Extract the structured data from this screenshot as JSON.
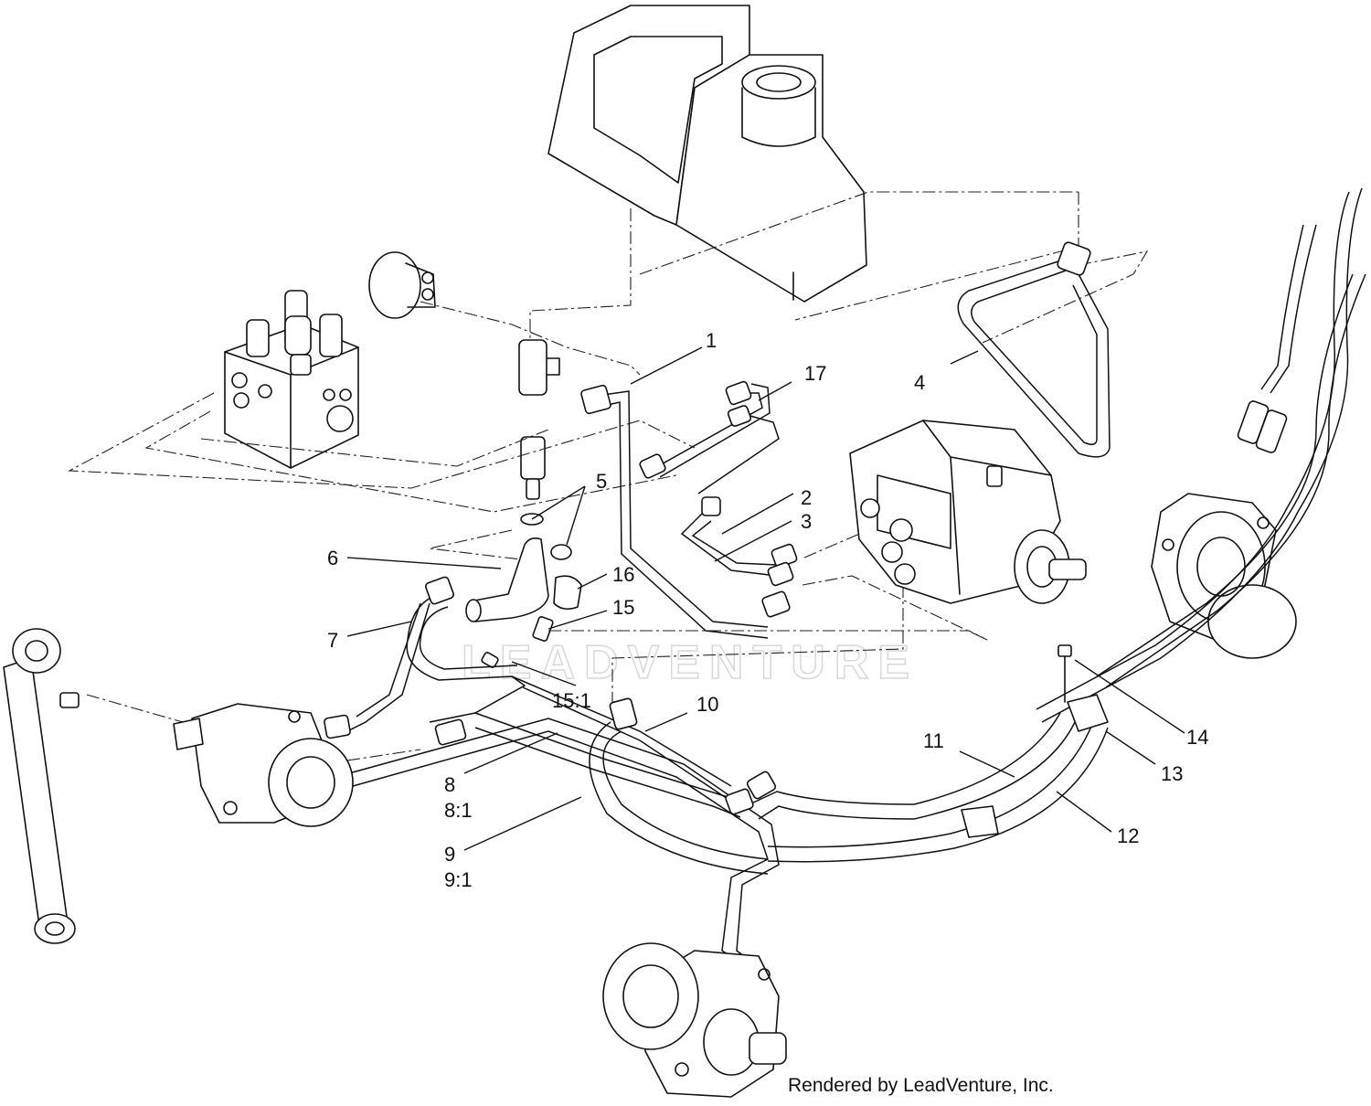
{
  "callouts": {
    "c1": "1",
    "c2": "2",
    "c3": "3",
    "c4": "4",
    "c5": "5",
    "c6": "6",
    "c7": "7",
    "c8": "8",
    "c8_1": "8:1",
    "c9": "9",
    "c9_1": "9:1",
    "c10": "10",
    "c11": "11",
    "c12": "12",
    "c13": "13",
    "c14": "14",
    "c15": "15",
    "c15_1": "15:1",
    "c16": "16",
    "c17": "17"
  },
  "watermark": "LEADVENTURE",
  "credit": "Rendered by LeadVenture, Inc."
}
